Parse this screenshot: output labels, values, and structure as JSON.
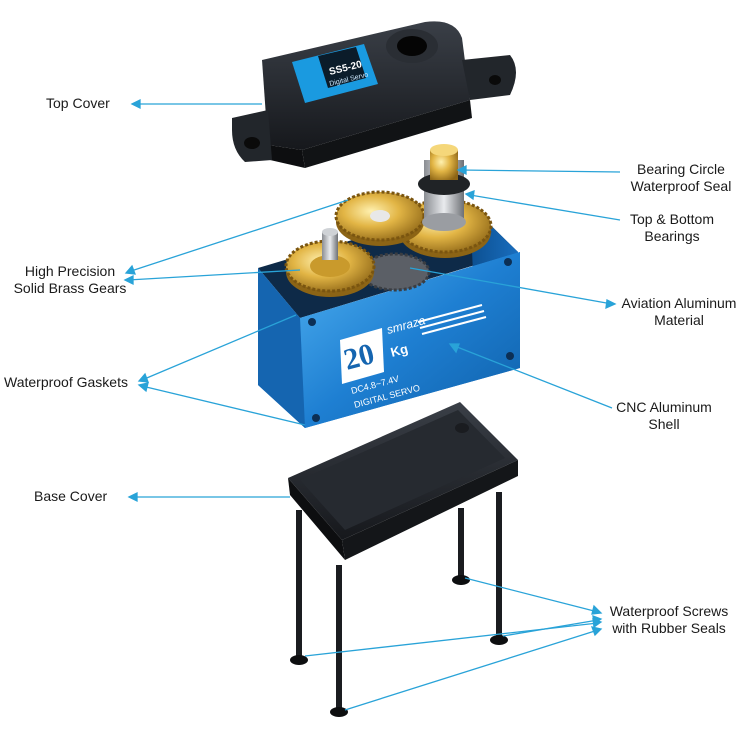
{
  "labels": {
    "top_cover": "Top Cover",
    "bearing_seal": [
      "Bearing Circle",
      "Waterproof Seal"
    ],
    "bearings": [
      "Top & Bottom",
      "Bearings"
    ],
    "brass_gears": [
      "High Precision",
      "Solid Brass Gears"
    ],
    "aluminum_material": [
      "Aviation Aluminum",
      "Material"
    ],
    "gaskets": "Waterproof Gaskets",
    "cnc_shell": [
      "CNC Aluminum",
      "Shell"
    ],
    "base_cover": "Base Cover",
    "screws": [
      "Waterproof Screws",
      "with Rubber Seals"
    ]
  },
  "product_printing": {
    "top_sticker": [
      "SS5-20",
      "Digital Servo"
    ],
    "weight_number": "20",
    "weight_unit": "Kg",
    "brand": "smraza",
    "voltage": "DC4.8~7.4V",
    "type": "DIGITAL SERVO"
  },
  "colors": {
    "leader_line": "#29a3d8",
    "shell_blue": "#1e78c8",
    "plastic_black": "#1c1f24",
    "brass": "#d9a934"
  }
}
